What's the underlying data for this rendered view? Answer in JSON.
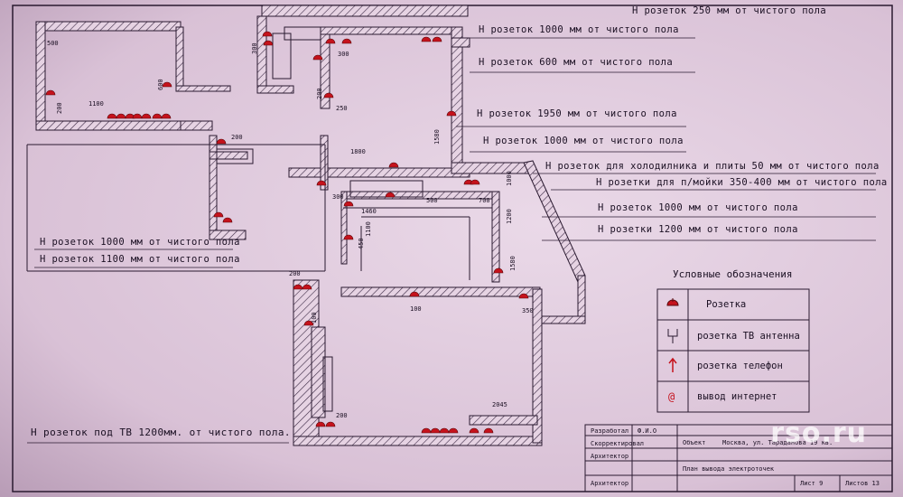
{
  "annotations": {
    "height_250": "Н розеток 250 мм от чистого пола",
    "height_1000_a": "Н розеток 1000 мм от чистого пола",
    "height_600": "Н розеток 600 мм от чистого пола",
    "height_1950": "Н розеток 1950 мм от чистого пола",
    "height_1000_b": "Н розеток 1000 мм от чистого пола",
    "height_fridge": "Н розеток для холодилника и плиты 50 мм от чистого пола",
    "height_sink": "Н розетки для п/мойки 350-400 мм от чистого пола",
    "height_1000_c": "Н розеток 1000 мм от чистого пола",
    "height_1200": "Н розетки 1200 мм от чистого пола",
    "height_1000_left": "Н розеток 1000 мм от чистого пола",
    "height_1100_left": "Н розеток 1100 мм от чистого пола",
    "height_tv": "Н розеток под ТВ 1200мм. от чистого пола."
  },
  "dimensions": [
    "500",
    "600",
    "1100",
    "200",
    "300",
    "300",
    "250",
    "1800",
    "1580",
    "200",
    "300",
    "500",
    "700",
    "1000",
    "1200",
    "1460",
    "1100",
    "450",
    "200",
    "100",
    "1580",
    "100",
    "350",
    "200",
    "2045",
    "200"
  ],
  "legend": {
    "title": "Условные обозначения",
    "items": [
      {
        "label": "Розетка",
        "icon": "socket-icon"
      },
      {
        "label": "розетка ТВ антенна",
        "icon": "tv-antenna-socket-icon"
      },
      {
        "label": "розетка телефон",
        "icon": "phone-socket-icon"
      },
      {
        "label": "вывод интернет",
        "icon": "internet-outlet-icon"
      }
    ]
  },
  "title_block": {
    "role1": "Разработал",
    "role2": "Скорректировал",
    "role3": "Архитектор",
    "role4": "Архитектор",
    "name1": "Ф.И.О",
    "object": "Объект",
    "address": "Москва, ул. Тараданова 19 кв.",
    "sheet_title": "План вывода электроточек",
    "sheet_no": "Лист 9",
    "sheets_total": "Листов 13"
  },
  "watermark": "rso.ru",
  "colors": {
    "wall": "#3c2a45",
    "socket": "#c5121c",
    "line": "#2a1a30"
  }
}
